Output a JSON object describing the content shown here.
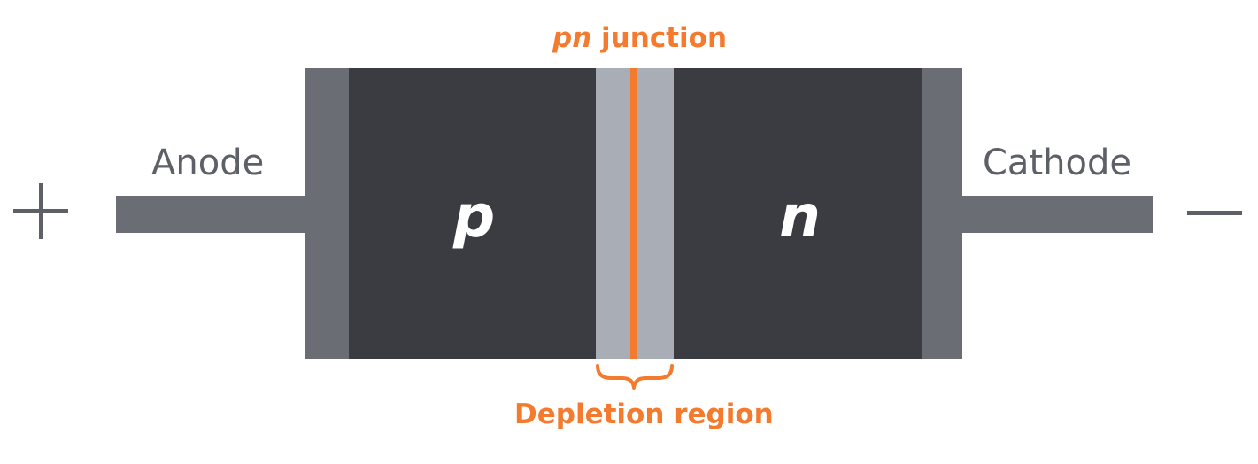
{
  "colors": {
    "terminal": "#6a6d73",
    "region": "#3b3c41",
    "depletion": "#a9adb6",
    "junction": "#f47a2e",
    "label": "#5d6066",
    "accent": "#f47a2e",
    "region_text": "#ffffff"
  },
  "labels": {
    "plus_sign": "+",
    "minus_sign": "—",
    "anode": "Anode",
    "cathode": "Cathode",
    "p_region": "p",
    "n_region": "n",
    "junction_italic": "pn",
    "junction_rest": " junction",
    "depletion_region": "Depletion region"
  }
}
